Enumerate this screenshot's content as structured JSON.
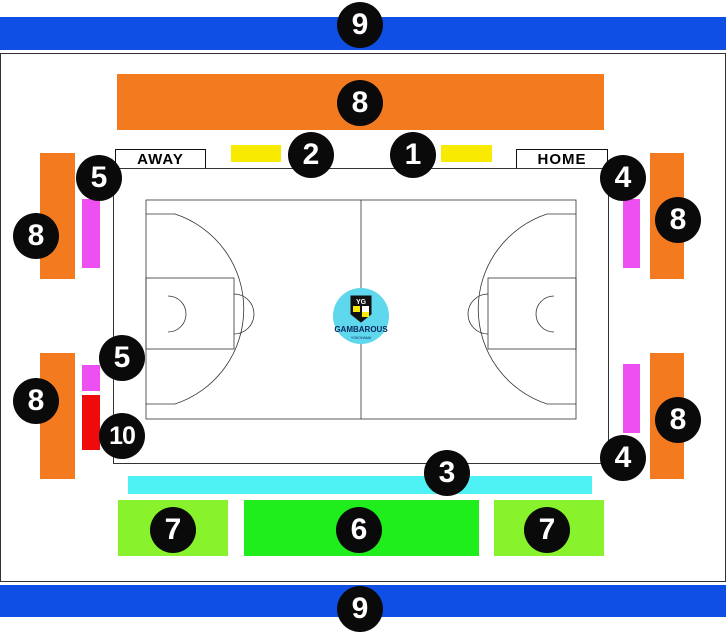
{
  "zones": [
    {
      "id": "top-band",
      "badge": "9",
      "color": "#0f4fe5"
    },
    {
      "id": "bottom-band",
      "badge": "9",
      "color": "#0f4fe5"
    },
    {
      "id": "top-orange",
      "badge": "8",
      "color": "#f47a20"
    },
    {
      "id": "left-orange-top",
      "badge": "8",
      "color": "#f47a20"
    },
    {
      "id": "left-orange-bottom",
      "badge": "8",
      "color": "#f47a20"
    },
    {
      "id": "right-orange-top",
      "badge": "8",
      "color": "#f47a20"
    },
    {
      "id": "right-orange-bottom",
      "badge": "8",
      "color": "#f47a20"
    },
    {
      "id": "yellow-left",
      "badge": "2",
      "color": "#f8ea00"
    },
    {
      "id": "yellow-right",
      "badge": "1",
      "color": "#f8ea00"
    },
    {
      "id": "pink-left-top",
      "badge": "5",
      "color": "#ee4ff0"
    },
    {
      "id": "pink-left-bottom",
      "badge": "5",
      "color": "#ee4ff0"
    },
    {
      "id": "red-left",
      "badge": "10",
      "color": "#ef0b0b"
    },
    {
      "id": "pink-right-top",
      "badge": "4",
      "color": "#ee4ff0"
    },
    {
      "id": "pink-right-bottom",
      "badge": "4",
      "color": "#ee4ff0"
    },
    {
      "id": "cyan-strip",
      "badge": "3",
      "color": "#4ff2f4"
    },
    {
      "id": "green-center",
      "badge": "6",
      "color": "#20ee1c"
    },
    {
      "id": "lime-left",
      "badge": "7",
      "color": "#88f22c"
    },
    {
      "id": "lime-right",
      "badge": "7",
      "color": "#88f22c"
    }
  ],
  "labels": {
    "away": "AWAY",
    "home": "HOME"
  },
  "logo": {
    "badge_text": "YG",
    "name": "GAMBAROUS",
    "sub": "YOKOHAMA",
    "background": "#5fd7ec"
  }
}
